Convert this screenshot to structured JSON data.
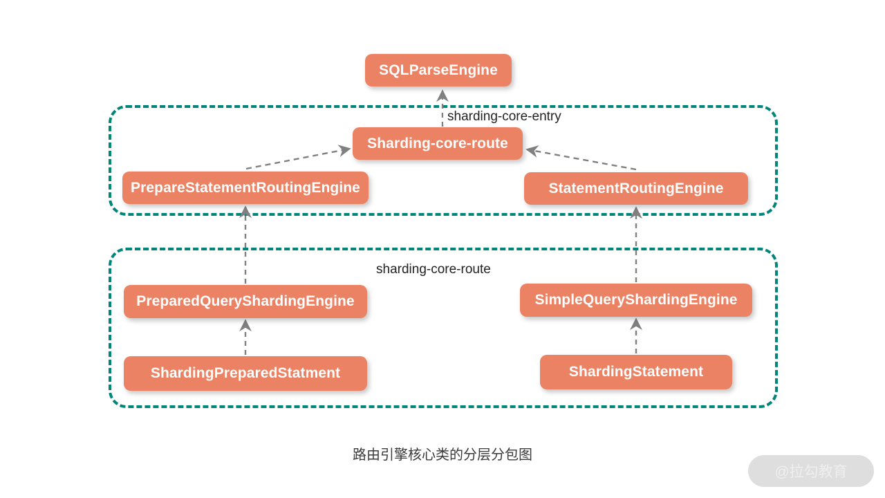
{
  "diagram": {
    "caption": "路由引擎核心类的分层分包图",
    "background_color": "#ffffff",
    "node_color": "#EC8264",
    "node_text_color": "#ffffff",
    "package_border_color": "#00857A",
    "arrow_color": "#808080",
    "packages": [
      {
        "id": "sharding-core-entry",
        "label": "sharding-core-entry"
      },
      {
        "id": "sharding-core-route",
        "label": "sharding-core-route"
      }
    ],
    "nodes": [
      {
        "id": "sqlparse",
        "label": "SQLParseEngine"
      },
      {
        "id": "coreroute",
        "label": "Sharding-core-route"
      },
      {
        "id": "prepeng",
        "label": "PrepareStatementRoutingEngine"
      },
      {
        "id": "stmteng",
        "label": "StatementRoutingEngine"
      },
      {
        "id": "prepquery",
        "label": "PreparedQueryShardingEngine"
      },
      {
        "id": "simplequery",
        "label": "SimpleQueryShardingEngine"
      },
      {
        "id": "shprepstmt",
        "label": "ShardingPreparedStatment"
      },
      {
        "id": "shstmt",
        "label": "ShardingStatement"
      }
    ],
    "edges": [
      {
        "from": "coreroute",
        "to": "sqlparse",
        "style": "dashed",
        "arrow": "open"
      },
      {
        "from": "prepeng",
        "to": "coreroute",
        "style": "dashed",
        "arrow": "open"
      },
      {
        "from": "stmteng",
        "to": "coreroute",
        "style": "dashed",
        "arrow": "open"
      },
      {
        "from": "prepquery",
        "to": "prepeng",
        "style": "dashed",
        "arrow": "open"
      },
      {
        "from": "simplequery",
        "to": "stmteng",
        "style": "dashed",
        "arrow": "open"
      },
      {
        "from": "shprepstmt",
        "to": "prepquery",
        "style": "dashed",
        "arrow": "open"
      },
      {
        "from": "shstmt",
        "to": "simplequery",
        "style": "dashed",
        "arrow": "open"
      }
    ]
  },
  "watermark": {
    "text": "@拉勾教育"
  }
}
